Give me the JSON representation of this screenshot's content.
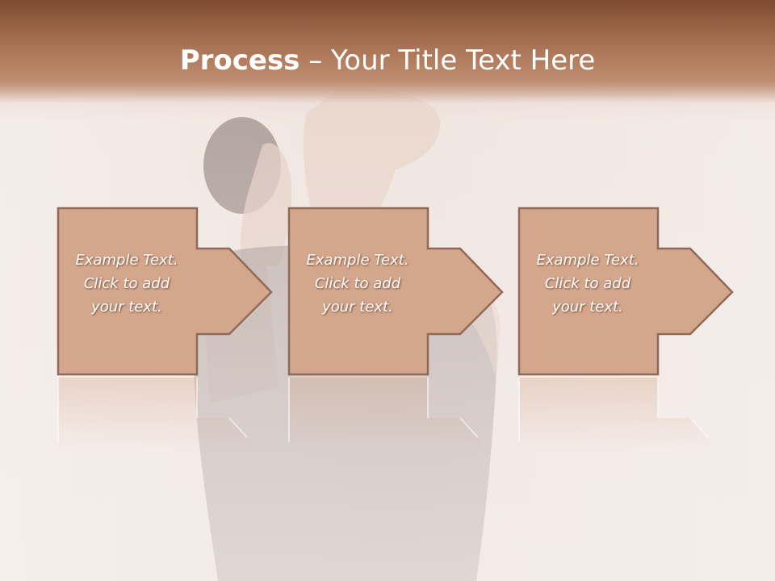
{
  "slide": {
    "title_bold": "Process",
    "title_rest": " – Your Title Text Here"
  },
  "steps": [
    {
      "lines": [
        "Example Text.",
        "Click  to add",
        "your text."
      ]
    },
    {
      "lines": [
        "Example Text.",
        "Click  to add",
        "your text."
      ]
    },
    {
      "lines": [
        "Example Text.",
        "Click  to add",
        "your text."
      ]
    }
  ],
  "colors": {
    "header": "#8f5a3c",
    "box_fill": "#d4a68c",
    "box_border": "#8f6a58",
    "text": "#ffffff"
  }
}
